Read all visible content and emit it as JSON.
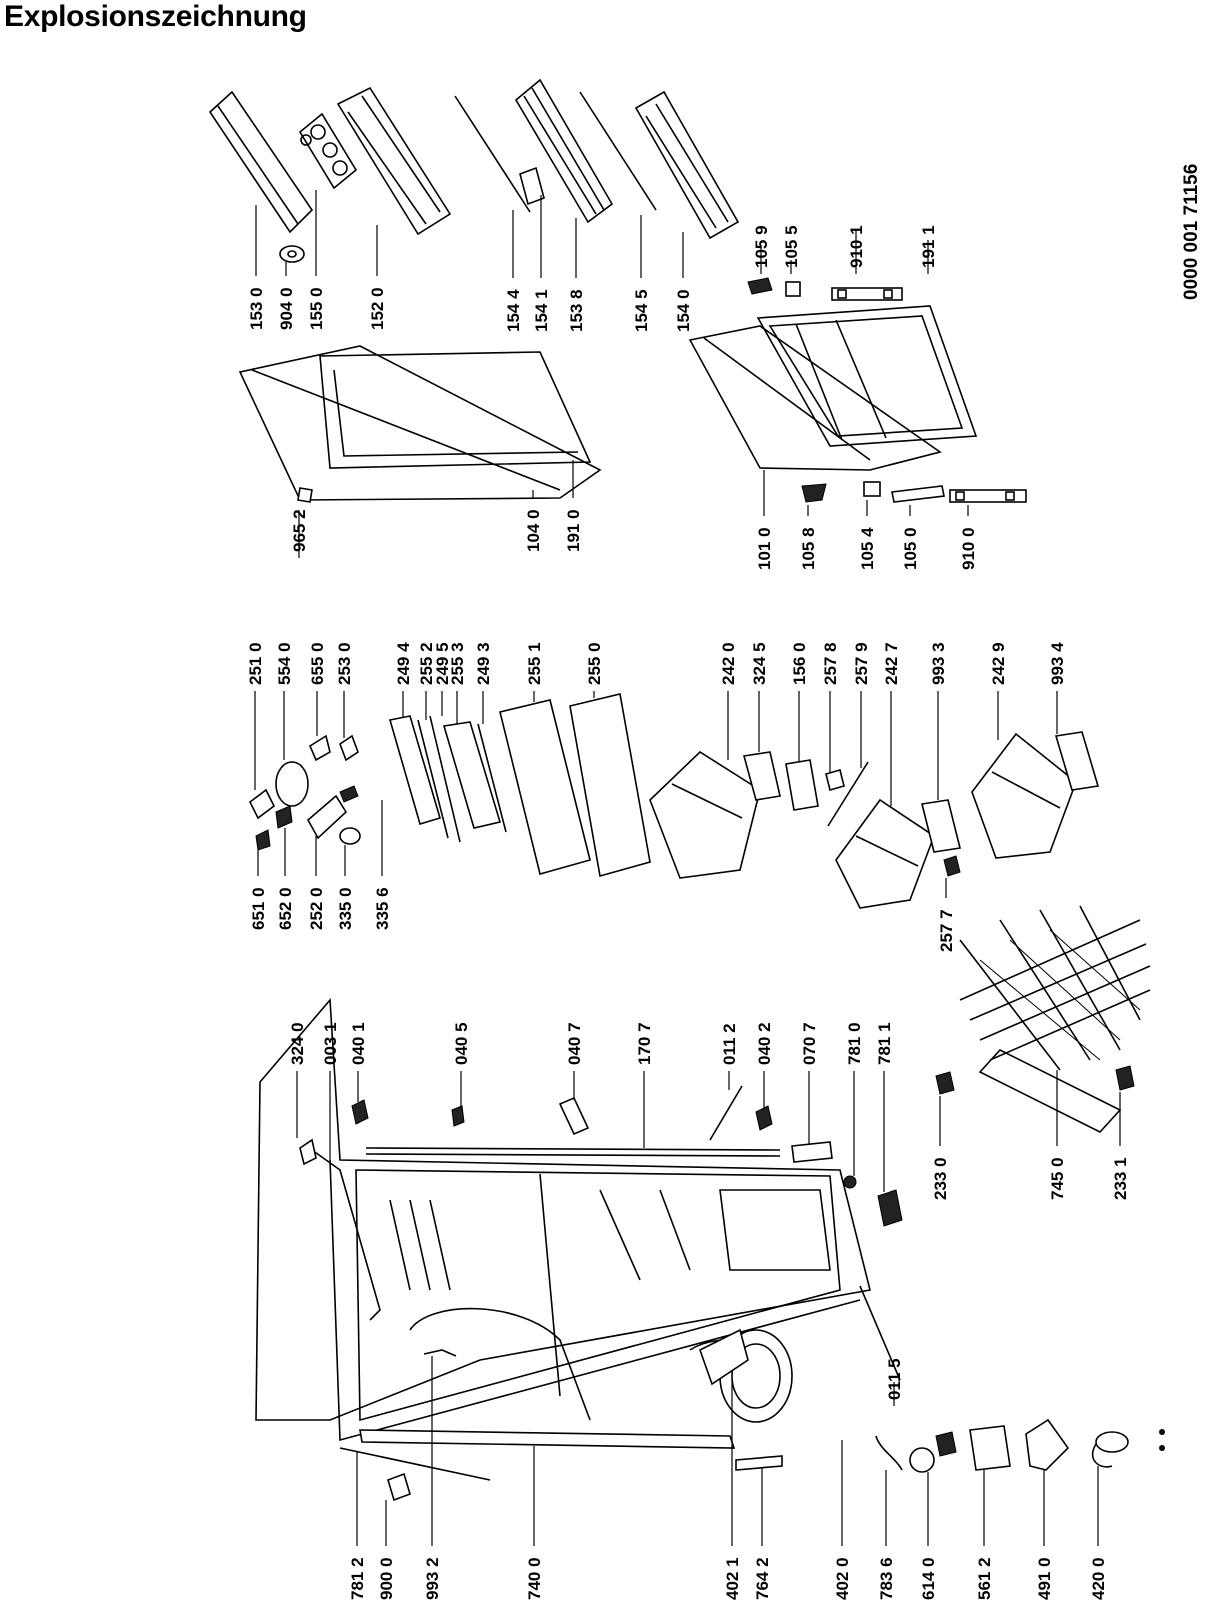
{
  "title": "Explosionszeichnung",
  "document_id": "0000 001  71156",
  "parts": [
    {
      "id": "153 0"
    },
    {
      "id": "904 0"
    },
    {
      "id": "155 0"
    },
    {
      "id": "152 0"
    },
    {
      "id": "154 4"
    },
    {
      "id": "154 1"
    },
    {
      "id": "153 8"
    },
    {
      "id": "154 5"
    },
    {
      "id": "154 0"
    },
    {
      "id": "105 9"
    },
    {
      "id": "105 5"
    },
    {
      "id": "910 1"
    },
    {
      "id": "191 1"
    },
    {
      "id": "965 2"
    },
    {
      "id": "104 0"
    },
    {
      "id": "191 0"
    },
    {
      "id": "101 0"
    },
    {
      "id": "105 8"
    },
    {
      "id": "105 4"
    },
    {
      "id": "105 0"
    },
    {
      "id": "910 0"
    },
    {
      "id": "251 0"
    },
    {
      "id": "554 0"
    },
    {
      "id": "655 0"
    },
    {
      "id": "253 0"
    },
    {
      "id": "249 4"
    },
    {
      "id": "255 2"
    },
    {
      "id": "249 5"
    },
    {
      "id": "255 3"
    },
    {
      "id": "249 3"
    },
    {
      "id": "255 1"
    },
    {
      "id": "255 0"
    },
    {
      "id": "242 0"
    },
    {
      "id": "324 5"
    },
    {
      "id": "156 0"
    },
    {
      "id": "257 8"
    },
    {
      "id": "257 9"
    },
    {
      "id": "242 7"
    },
    {
      "id": "993 3"
    },
    {
      "id": "242 9"
    },
    {
      "id": "993 4"
    },
    {
      "id": "257 7"
    },
    {
      "id": "651 0"
    },
    {
      "id": "652 0"
    },
    {
      "id": "252 0"
    },
    {
      "id": "335 0"
    },
    {
      "id": "335 6"
    },
    {
      "id": "324 0"
    },
    {
      "id": "003 1"
    },
    {
      "id": "040 1"
    },
    {
      "id": "040 5"
    },
    {
      "id": "040 7"
    },
    {
      "id": "170 7"
    },
    {
      "id": "011 2"
    },
    {
      "id": "040 2"
    },
    {
      "id": "070 7"
    },
    {
      "id": "781 0"
    },
    {
      "id": "781 1"
    },
    {
      "id": "233 0"
    },
    {
      "id": "745 0"
    },
    {
      "id": "233 1"
    },
    {
      "id": "011 5"
    },
    {
      "id": "781 2"
    },
    {
      "id": "900 0"
    },
    {
      "id": "993 2"
    },
    {
      "id": "740 0"
    },
    {
      "id": "402 1"
    },
    {
      "id": "764 2"
    },
    {
      "id": "402 0"
    },
    {
      "id": "783 6"
    },
    {
      "id": "614 0"
    },
    {
      "id": "561 2"
    },
    {
      "id": "491 0"
    },
    {
      "id": "420 0"
    }
  ]
}
